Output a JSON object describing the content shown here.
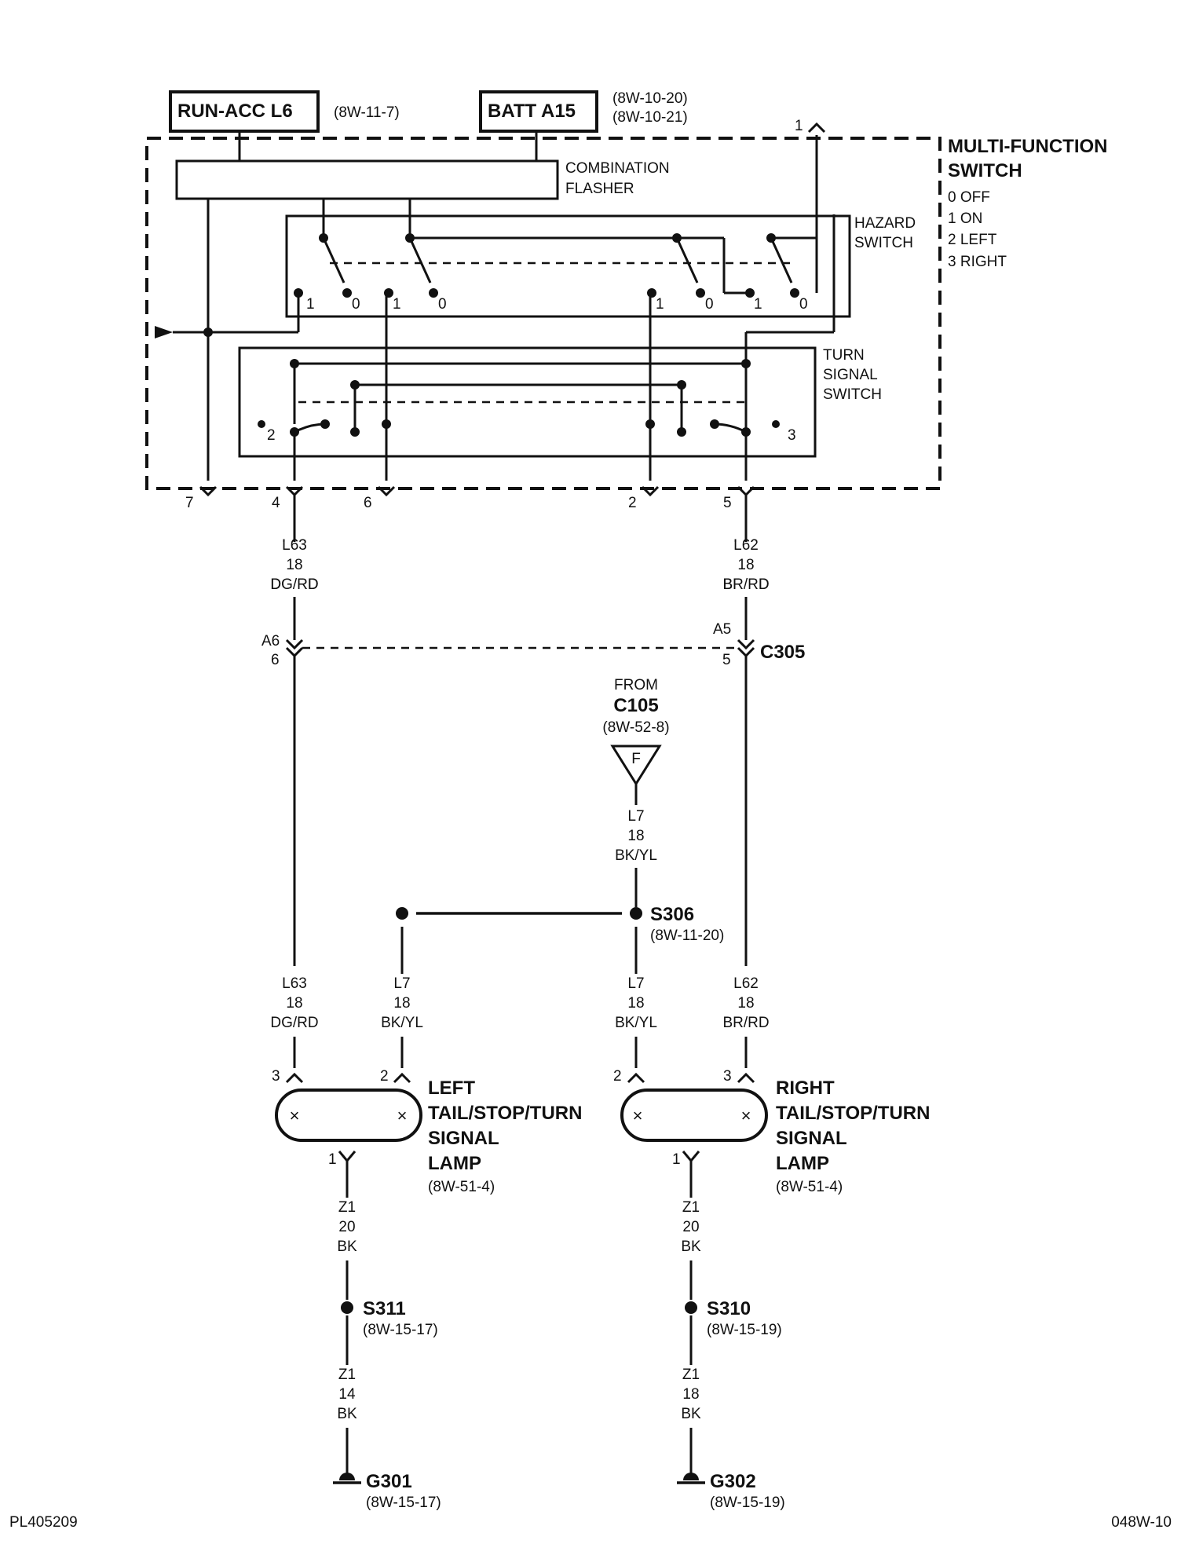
{
  "inputs": {
    "run_acc": "RUN-ACC L6",
    "run_acc_ref": "(8W-11-7)",
    "batt": "BATT A15",
    "batt_ref1": "(8W-10-20)",
    "batt_ref2": "(8W-10-21)"
  },
  "switch": {
    "title1": "MULTI-FUNCTION",
    "title2": "SWITCH",
    "states": [
      "0 OFF",
      "1 ON",
      "2 LEFT",
      "3 RIGHT"
    ],
    "flasher1": "COMBINATION",
    "flasher2": "FLASHER",
    "hazard1": "HAZARD",
    "hazard2": "SWITCH",
    "turn1": "TURN",
    "turn2": "SIGNAL",
    "turn3": "SWITCH",
    "hazard_pos": [
      "1",
      "0",
      "1",
      "0",
      "1",
      "0",
      "1",
      "0"
    ],
    "turn_pos": [
      "2",
      "3"
    ],
    "pin_top": "1",
    "pins_bottom": [
      "7",
      "4",
      "6",
      "2",
      "5"
    ]
  },
  "wires": {
    "l63_top": [
      "L63",
      "18",
      "DG/RD"
    ],
    "l62_top": [
      "L62",
      "18",
      "BR/RD"
    ],
    "l7_from": [
      "L7",
      "18",
      "BK/YL"
    ],
    "l63_bot": [
      "L63",
      "18",
      "DG/RD"
    ],
    "l7_left": [
      "L7",
      "18",
      "BK/YL"
    ],
    "l7_right": [
      "L7",
      "18",
      "BK/YL"
    ],
    "l62_bot": [
      "L62",
      "18",
      "BR/RD"
    ],
    "z1_left_a": [
      "Z1",
      "20",
      "BK"
    ],
    "z1_left_b": [
      "Z1",
      "14",
      "BK"
    ],
    "z1_right_a": [
      "Z1",
      "20",
      "BK"
    ],
    "z1_right_b": [
      "Z1",
      "18",
      "BK"
    ]
  },
  "connector": {
    "left_cav": "A6",
    "left_pin": "6",
    "right_cav": "A5",
    "right_pin": "5",
    "name": "C305"
  },
  "source": {
    "from": "FROM",
    "name": "C105",
    "ref": "(8W-52-8)",
    "symbol": "F"
  },
  "splices": {
    "s306": "S306",
    "s306_ref": "(8W-11-20)",
    "s311": "S311",
    "s311_ref": "(8W-15-17)",
    "s310": "S310",
    "s310_ref": "(8W-15-19)"
  },
  "lamps": {
    "left": [
      "LEFT",
      "TAIL/STOP/TURN",
      "SIGNAL",
      "LAMP"
    ],
    "left_ref": "(8W-51-4)",
    "left_pins": [
      "3",
      "2",
      "1"
    ],
    "right": [
      "RIGHT",
      "TAIL/STOP/TURN",
      "SIGNAL",
      "LAMP"
    ],
    "right_ref": "(8W-51-4)",
    "right_pins": [
      "2",
      "3",
      "1"
    ]
  },
  "grounds": {
    "g301": "G301",
    "g301_ref": "(8W-15-17)",
    "g302": "G302",
    "g302_ref": "(8W-15-19)"
  },
  "footer": {
    "left": "PL405209",
    "right": "048W-10"
  }
}
